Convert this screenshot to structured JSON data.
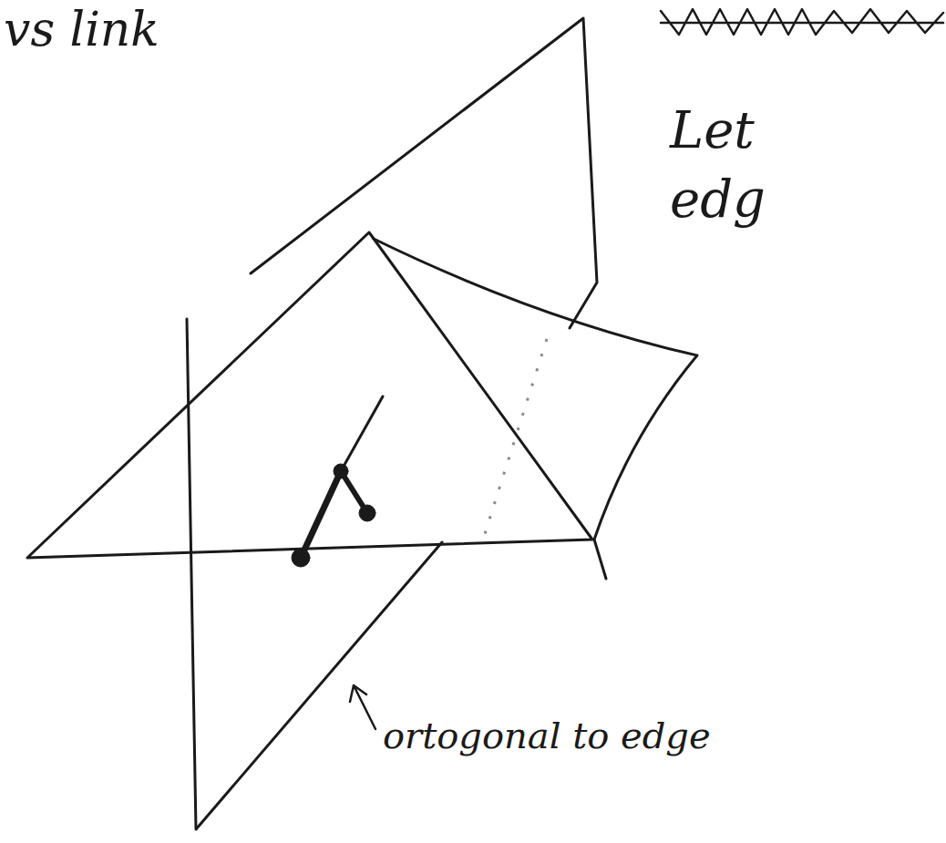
{
  "diagram": {
    "labels": [
      "vs link",
      "Let",
      "edg",
      "ortogonal to edge"
    ]
  }
}
